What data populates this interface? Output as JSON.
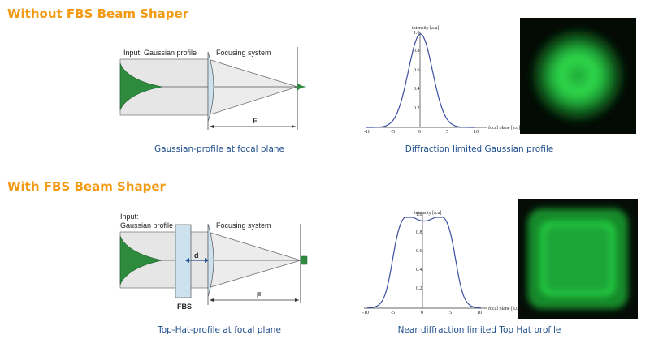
{
  "section_without": {
    "heading": "Without FBS Beam Shaper",
    "diagram": {
      "input_label": "Input: Gaussian profile",
      "focusing_label": "Focusing system",
      "f_label": "F"
    },
    "caption_left": "Gaussian-profile at focal plane",
    "caption_right": "Diffraction limited Gaussian profile",
    "plot": {
      "ylabel": "intensity [a.u]",
      "xlabel": "focal plane [a.u]",
      "x_ticks": [
        "-10",
        "-5",
        "0",
        "5",
        "10"
      ],
      "y_ticks": [
        "0.2",
        "0.4",
        "0.6",
        "0.8",
        "1.0"
      ]
    }
  },
  "section_with": {
    "heading": "With FBS Beam Shaper",
    "diagram": {
      "input_label_line1": "Input:",
      "input_label_line2": "Gaussian profile",
      "focusing_label": "Focusing system",
      "d_label": "d",
      "fbs_label": "FBS",
      "f_label": "F"
    },
    "caption_left": "Top-Hat-profile at focal plane",
    "caption_right": "Near diffraction limited Top Hat profile",
    "plot": {
      "ylabel": "intensity [a.u]",
      "xlabel": "focal plane [a.u]",
      "x_ticks": [
        "-10",
        "-5",
        "0",
        "5",
        "10"
      ],
      "y_ticks": [
        "0.2",
        "0.4",
        "0.6",
        "0.8",
        "1.0"
      ]
    }
  },
  "colors": {
    "heading": "#f29a12",
    "caption": "#1f4e8c",
    "beam_green": "#2e8b3e",
    "curve": "#3b4fa0",
    "spot_green": "#2fd84a"
  }
}
